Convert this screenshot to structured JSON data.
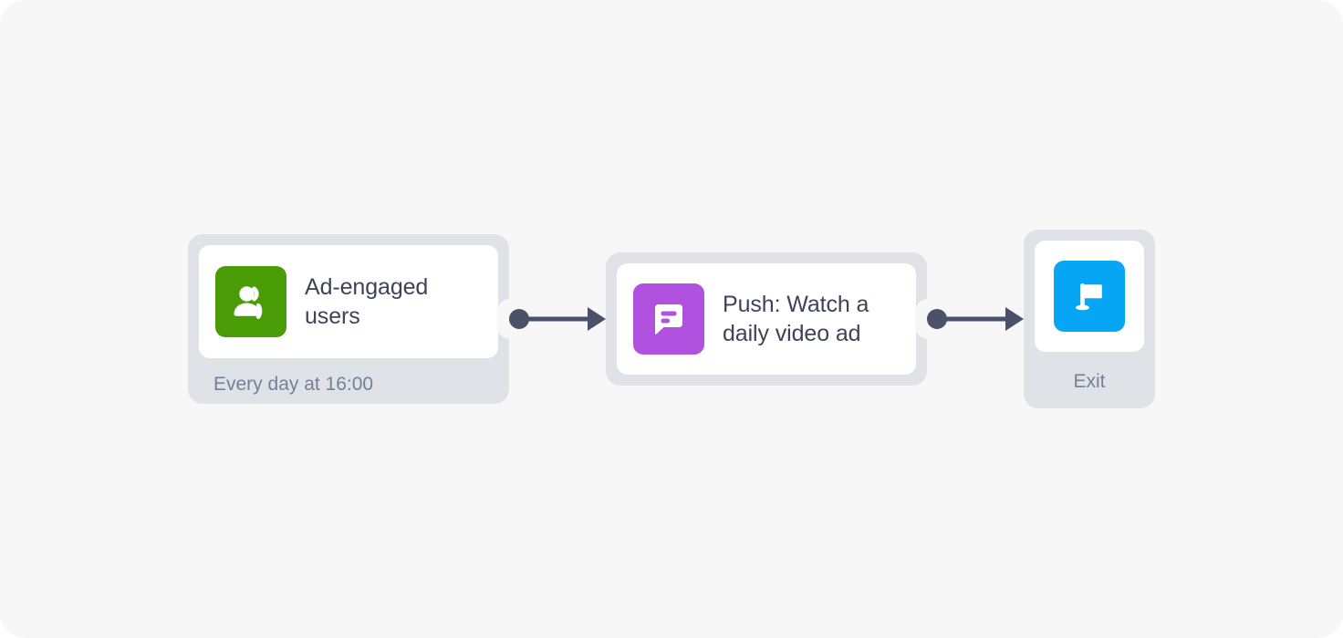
{
  "canvas": {
    "background_color": "#f7f7f8",
    "corner_radius": "28px"
  },
  "colors": {
    "node_shell": "#dfe2e7",
    "node_inner": "#ffffff",
    "title_text": "#3d4455",
    "caption_text": "#748199",
    "connector": "#4a5169",
    "audience_icon": "#4a9c06",
    "push_icon": "#b051e0",
    "exit_icon": "#07a6f5"
  },
  "flow": {
    "nodes": [
      {
        "id": "trigger",
        "kind": "audience-trigger",
        "icon": "users-icon",
        "icon_color": "#4a9c06",
        "title": "Ad-engaged users",
        "caption": "Every day at 16:00"
      },
      {
        "id": "action",
        "kind": "push-message",
        "icon": "chat-bubble-icon",
        "icon_color": "#b051e0",
        "title": "Push: Watch a daily video ad",
        "caption": ""
      },
      {
        "id": "exit",
        "kind": "exit",
        "icon": "flag-icon",
        "icon_color": "#07a6f5",
        "title": "",
        "caption": "Exit"
      }
    ],
    "connectors": [
      {
        "id": "trigger-to-action",
        "from": "trigger",
        "to": "action",
        "style": "dot-line-arrow"
      },
      {
        "id": "action-to-exit",
        "from": "action",
        "to": "exit",
        "style": "dot-line-arrow"
      }
    ]
  }
}
